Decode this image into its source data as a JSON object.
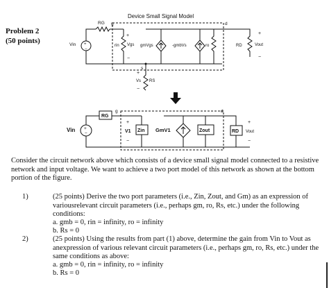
{
  "problem": {
    "title": "Problem 2",
    "points": "(50 points)"
  },
  "diagram": {
    "title": "Device Small Signal Model",
    "labels": {
      "rg": "RG",
      "g": "g",
      "d": "d",
      "s": "s",
      "vin": "Vin",
      "rin": "rin",
      "vgs": "Vgs",
      "gmvgs": "gmVgs",
      "gmbvs": "-gmbVs",
      "ro": "ro",
      "rd": "RD",
      "vout": "Vout",
      "vs": "Vs",
      "rs": "RS",
      "plus": "+",
      "minus": "−"
    },
    "bottom_labels": {
      "rg": "RG",
      "g": "g",
      "d": "d",
      "vin": "Vin",
      "v1": "V1",
      "zin": "Zin",
      "gmv1": "GmV1",
      "zout": "Zout",
      "rd": "RD",
      "vout": "Vout",
      "plus": "+",
      "minus": "−"
    }
  },
  "intro": "Consider the circuit network above which consists of a device small signal model connected to a resistive network and input voltage. We want to achieve a two port model of this network as shown at the bottom portion of the figure.",
  "questions": [
    {
      "num": "1)",
      "text": "(25 points) Derive the two port parameters (i.e., Zin, Zout, and Gm) as an expression of variousrelevant circuit parameters (i.e., perhaps gm, ro, Rs, etc.) under the following conditions:",
      "subs": [
        "a.  gmb = 0, rin = infinity, ro = infinity",
        "b.  Rs = 0"
      ]
    },
    {
      "num": "2)",
      "text": "(25 points) Using the results from part (1) above, determine the gain from Vin to Vout as anexpression of various relevant circuit parameters (i.e., perhaps gm, ro, Rs, etc.) under the same conditions as above:",
      "subs": [
        "a.  gmb = 0, rin = infinity, ro = infinity",
        "b.  Rs = 0"
      ]
    }
  ]
}
